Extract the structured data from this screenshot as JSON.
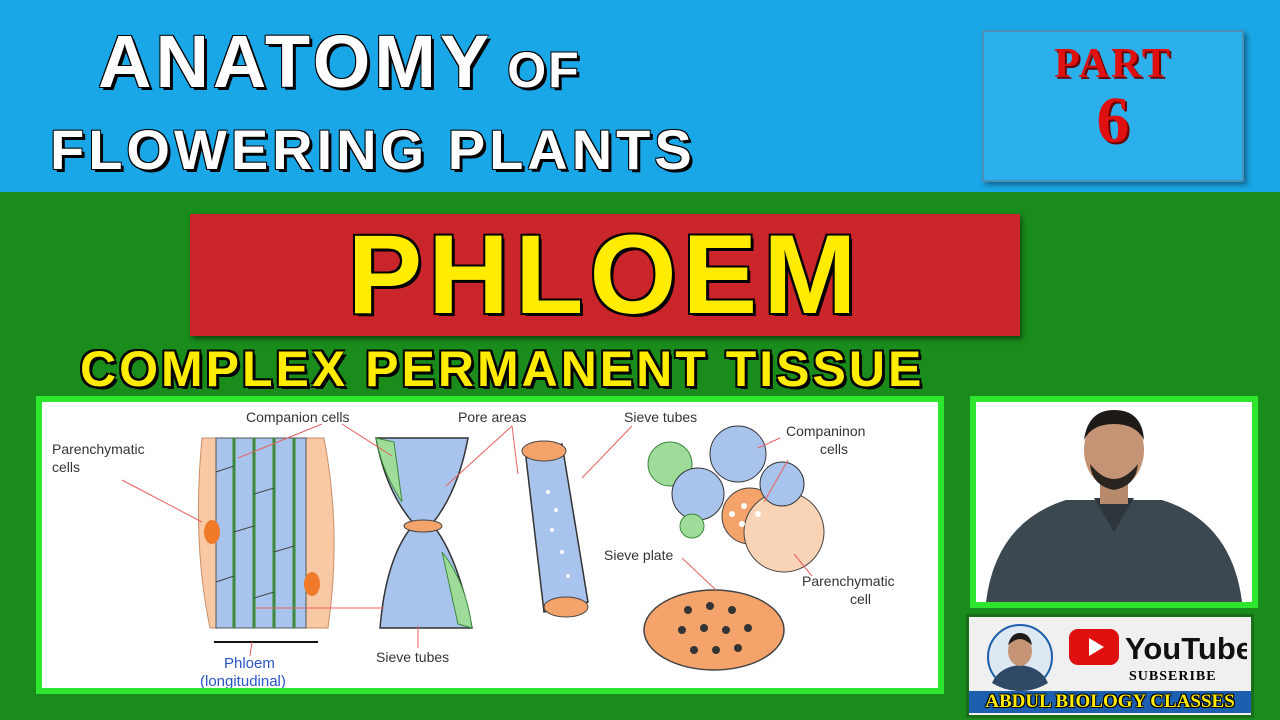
{
  "header": {
    "title_main": "ANATOMY",
    "title_of": "OF",
    "title_line2": "FLOWERING PLANTS",
    "part_label": "PART",
    "part_number": "6"
  },
  "topic": {
    "title": "PHLOEM",
    "subtitle": "COMPLEX PERMANENT TISSUE"
  },
  "diagram": {
    "labels": {
      "parenchymatic_cells_l1": "Parenchymatic",
      "parenchymatic_cells_l2": "cells",
      "companion_cells": "Companion cells",
      "pore_areas": "Pore areas",
      "sieve_tubes_top": "Sieve tubes",
      "companinon_l1": "Companinon",
      "companinon_l2": "cells",
      "sieve_plate": "Sieve plate",
      "parenchymatic_cell_l1": "Parenchymatic",
      "parenchymatic_cell_l2": "cell",
      "sieve_tubes_bottom": "Sieve tubes",
      "phloem_caption_l1": "Phloem",
      "phloem_caption_l2": "(longitudinal)"
    },
    "colors": {
      "sieve_blue": "#a9c4ec",
      "companion_green": "#9fdc9a",
      "parenchyma_peach": "#f8c9a4",
      "plate_orange": "#f4a36b"
    }
  },
  "branding": {
    "youtube_text": "YouTube",
    "subscribe": "SUBSERIBE",
    "channel": "ABDUL BIOLOGY CLASSES",
    "accent": "#e01010"
  }
}
